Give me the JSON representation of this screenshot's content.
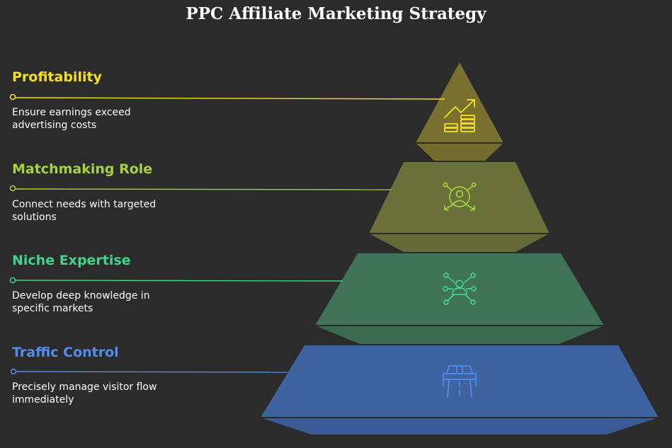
{
  "title": "PPC Affiliate Marketing Strategy",
  "levels": [
    {
      "heading": "Profitability",
      "description": "Ensure earnings exceed advertising costs",
      "icon": "trending-coins-icon",
      "color": "#f5e11a",
      "fill": "#7a7030"
    },
    {
      "heading": "Matchmaking Role",
      "description": "Connect needs with targeted solutions",
      "icon": "person-network-icon",
      "color": "#a6d23a",
      "fill": "#69703a"
    },
    {
      "heading": "Niche Expertise",
      "description": "Develop deep knowledge in specific markets",
      "icon": "expert-network-icon",
      "color": "#3fd48a",
      "fill": "#3f7256"
    },
    {
      "heading": "Traffic Control",
      "description": "Precisely manage visitor flow immediately",
      "icon": "road-gate-icon",
      "color": "#4f8df0",
      "fill": "#3f62a0"
    }
  ]
}
